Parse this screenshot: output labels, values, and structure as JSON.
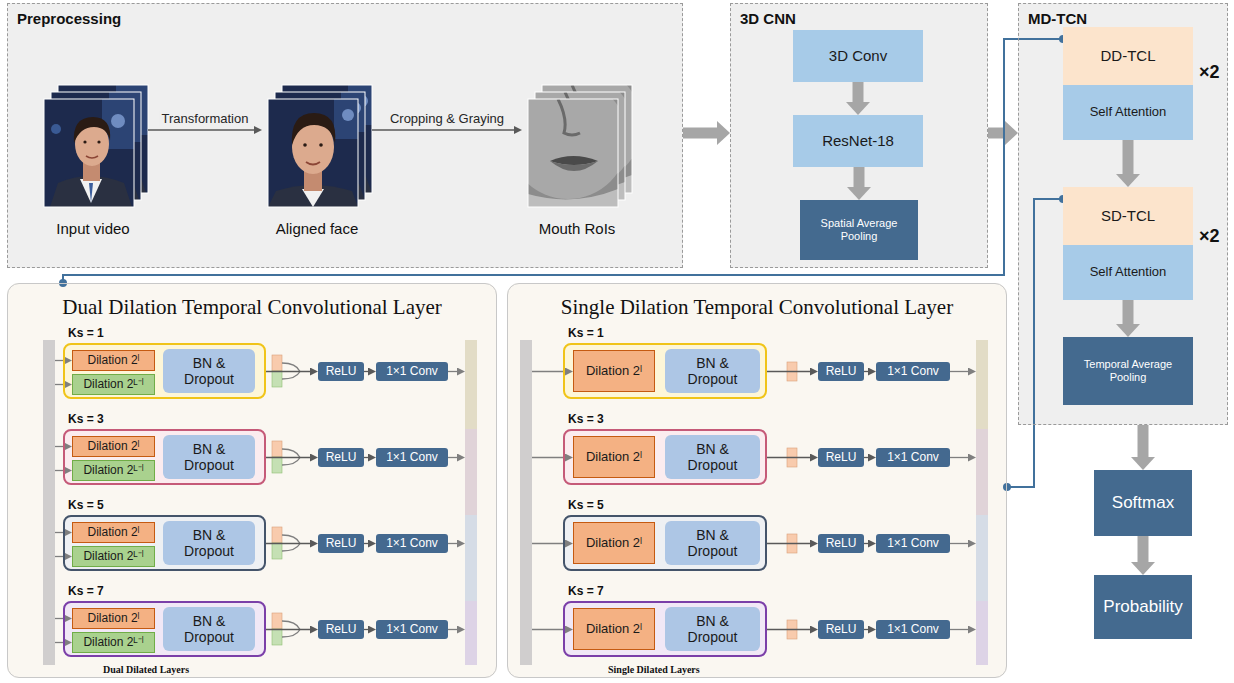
{
  "diagram": {
    "nodes": [
      {
        "text": [
          "Preprocessing"
        ]
      },
      {
        "text": [
          "Input video"
        ],
        "in": 0
      },
      {
        "text": [
          "Aligned face"
        ],
        "in": 0
      },
      {
        "text": [
          "Mouth RoIs"
        ],
        "in": 0
      },
      {
        "text": [
          "3D CNN"
        ]
      },
      {
        "text": [
          "3D Conv"
        ],
        "in": 4
      },
      {
        "text": [
          "ResNet-18"
        ],
        "in": 4
      },
      {
        "text": [
          "Spatial Average Pooling"
        ],
        "in": 4
      },
      {
        "text": [
          "MD-TCN"
        ]
      },
      {
        "text": [
          "DD-TCL"
        ],
        "in": 8
      },
      {
        "text": [
          "Self Attention"
        ],
        "in": 8
      },
      {
        "text": [
          "SD-TCL"
        ],
        "in": 8
      },
      {
        "text": [
          "Self Attention"
        ],
        "in": 8
      },
      {
        "text": [
          "Temporal Average Pooling"
        ],
        "in": 8
      },
      {
        "text": [
          "Softmax"
        ]
      },
      {
        "text": [
          "Probability"
        ]
      },
      {
        "text": [
          "Dual Dilation Temporal Convolutional Layer",
          "Dual Dilated Layers"
        ]
      },
      {
        "text": [
          "Ks = 1"
        ],
        "in": 16
      },
      {
        "text": [
          "Dilation 2ˡ"
        ],
        "in": 17
      },
      {
        "text": [
          "Dilation 2ᴸ⁻ˡ"
        ],
        "in": 17
      },
      {
        "text": [
          "BN & Dropout"
        ],
        "in": 17
      },
      {
        "text": [
          "ReLU"
        ],
        "in": 16
      },
      {
        "text": [
          "1×1 Conv"
        ],
        "in": 16
      },
      {
        "text": [
          "Ks = 3"
        ],
        "in": 16
      },
      {
        "text": [
          "Dilation 2ˡ"
        ],
        "in": 23
      },
      {
        "text": [
          "Dilation 2ᴸ⁻ˡ"
        ],
        "in": 23
      },
      {
        "text": [
          "BN & Dropout"
        ],
        "in": 23
      },
      {
        "text": [
          "ReLU"
        ],
        "in": 16
      },
      {
        "text": [
          "1×1 Conv"
        ],
        "in": 16
      },
      {
        "text": [
          "Ks = 5"
        ],
        "in": 16
      },
      {
        "text": [
          "Dilation 2ˡ"
        ],
        "in": 29
      },
      {
        "text": [
          "Dilation 2ᴸ⁻ˡ"
        ],
        "in": 29
      },
      {
        "text": [
          "BN & Dropout"
        ],
        "in": 29
      },
      {
        "text": [
          "ReLU"
        ],
        "in": 16
      },
      {
        "text": [
          "1×1 Conv"
        ],
        "in": 16
      },
      {
        "text": [
          "Ks = 7"
        ],
        "in": 16
      },
      {
        "text": [
          "Dilation 2ˡ"
        ],
        "in": 35
      },
      {
        "text": [
          "Dilation 2ᴸ⁻ˡ"
        ],
        "in": 35
      },
      {
        "text": [
          "BN & Dropout"
        ],
        "in": 35
      },
      {
        "text": [
          "ReLU"
        ],
        "in": 16
      },
      {
        "text": [
          "1×1 Conv"
        ],
        "in": 16
      },
      {
        "text": [
          "Single Dilation Temporal Convolutional Layer",
          "Single Dilated Layers"
        ]
      },
      {
        "text": [
          "Ks = 1"
        ],
        "in": 41
      },
      {
        "text": [
          "Dilation 2ˡ"
        ],
        "in": 42
      },
      {
        "text": [
          "BN & Dropout"
        ],
        "in": 42
      },
      {
        "text": [
          "ReLU"
        ],
        "in": 41
      },
      {
        "text": [
          "1×1 Conv"
        ],
        "in": 41
      },
      {
        "text": [
          "Ks = 3"
        ],
        "in": 41
      },
      {
        "text": [
          "Dilation 2ˡ"
        ],
        "in": 47
      },
      {
        "text": [
          "BN & Dropout"
        ],
        "in": 47
      },
      {
        "text": [
          "ReLU"
        ],
        "in": 41
      },
      {
        "text": [
          "1×1 Conv"
        ],
        "in": 41
      },
      {
        "text": [
          "Ks = 5"
        ],
        "in": 41
      },
      {
        "text": [
          "Dilation 2ˡ"
        ],
        "in": 52
      },
      {
        "text": [
          "BN & Dropout"
        ],
        "in": 52
      },
      {
        "text": [
          "ReLU"
        ],
        "in": 41
      },
      {
        "text": [
          "1×1 Conv"
        ],
        "in": 41
      },
      {
        "text": [
          "Ks = 7"
        ],
        "in": 41
      },
      {
        "text": [
          "Dilation 2ˡ"
        ],
        "in": 57
      },
      {
        "text": [
          "BN & Dropout"
        ],
        "in": 57
      },
      {
        "text": [
          "ReLU"
        ],
        "in": 41
      },
      {
        "text": [
          "1×1 Conv"
        ],
        "in": 41
      }
    ],
    "edges": [
      {
        "from": 1,
        "to": 2,
        "label": "Transformation",
        "arrow": "to"
      },
      {
        "from": 2,
        "to": 3,
        "label": "Cropping & Graying",
        "arrow": "to"
      },
      {
        "from": 0,
        "to": 4,
        "arrow": "to"
      },
      {
        "from": 4,
        "to": 8,
        "arrow": "to"
      },
      {
        "from": 5,
        "to": 6,
        "arrow": "to"
      },
      {
        "from": 6,
        "to": 7,
        "arrow": "to"
      },
      {
        "from": 10,
        "to": 11,
        "arrow": "to"
      },
      {
        "from": 12,
        "to": 13,
        "arrow": "to"
      },
      {
        "from": 8,
        "to": 14,
        "arrow": "to"
      },
      {
        "from": 14,
        "to": 15,
        "arrow": "to"
      },
      {
        "from": 9,
        "to": 16,
        "arrow": "none"
      },
      {
        "from": 11,
        "to": 41,
        "arrow": "none"
      },
      {
        "from": 17,
        "to": 21,
        "arrow": "to"
      },
      {
        "from": 21,
        "to": 22,
        "arrow": "to"
      },
      {
        "from": 23,
        "to": 27,
        "arrow": "to"
      },
      {
        "from": 27,
        "to": 28,
        "arrow": "to"
      },
      {
        "from": 29,
        "to": 33,
        "arrow": "to"
      },
      {
        "from": 33,
        "to": 34,
        "arrow": "to"
      },
      {
        "from": 35,
        "to": 39,
        "arrow": "to"
      },
      {
        "from": 39,
        "to": 40,
        "arrow": "to"
      },
      {
        "from": 42,
        "to": 45,
        "arrow": "to"
      },
      {
        "from": 45,
        "to": 46,
        "arrow": "to"
      },
      {
        "from": 47,
        "to": 50,
        "arrow": "to"
      },
      {
        "from": 50,
        "to": 51,
        "arrow": "to"
      },
      {
        "from": 52,
        "to": 55,
        "arrow": "to"
      },
      {
        "from": 55,
        "to": 56,
        "arrow": "to"
      },
      {
        "from": 57,
        "to": 60,
        "arrow": "to"
      },
      {
        "from": 60,
        "to": 61,
        "arrow": "to"
      }
    ],
    "labels": [
      "×2",
      "×2"
    ]
  }
}
